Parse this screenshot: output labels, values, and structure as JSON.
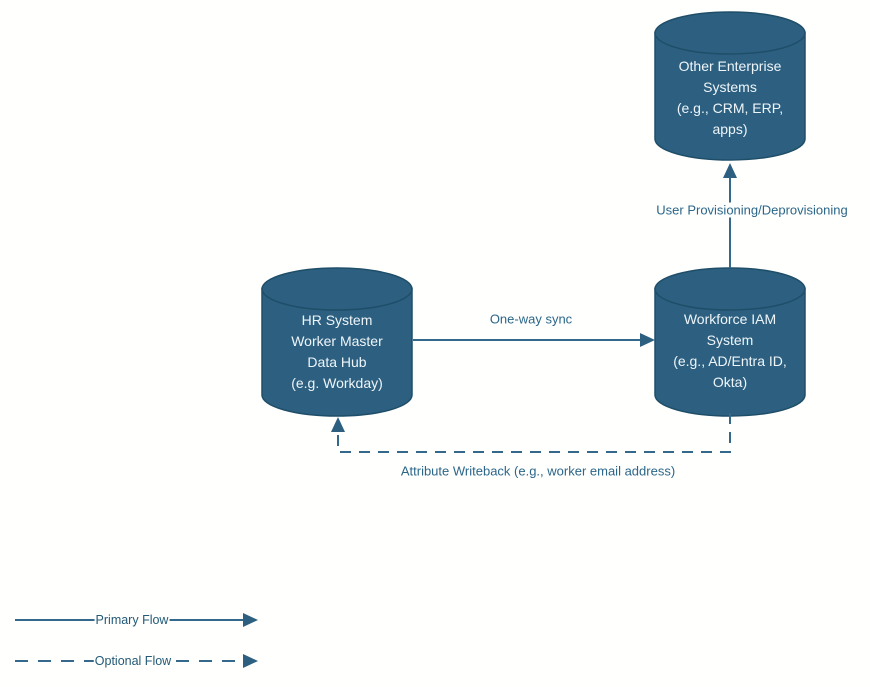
{
  "diagram": {
    "nodes": [
      {
        "id": "other-enterprise-systems",
        "shape": "cylinder",
        "label": "Other Enterprise\nSystems\n(e.g., CRM, ERP,\napps)"
      },
      {
        "id": "hr-system",
        "shape": "cylinder",
        "label": "HR System\nWorker Master\nData Hub\n(e.g. Workday)"
      },
      {
        "id": "workforce-iam-system",
        "shape": "cylinder",
        "label": "Workforce IAM\nSystem\n(e.g., AD/Entra ID,\nOkta)"
      }
    ],
    "edges": [
      {
        "id": "one-way-sync",
        "from": "hr-system",
        "to": "workforce-iam-system",
        "type": "primary",
        "label": "One-way sync"
      },
      {
        "id": "user-provisioning",
        "from": "workforce-iam-system",
        "to": "other-enterprise-systems",
        "type": "primary",
        "label": "User Provisioning/Deprovisioning"
      },
      {
        "id": "attribute-writeback",
        "from": "workforce-iam-system",
        "to": "hr-system",
        "type": "optional",
        "label": "Attribute Writeback (e.g., worker email address)"
      }
    ],
    "legend": [
      {
        "style": "solid",
        "label": "Primary Flow"
      },
      {
        "style": "dashed",
        "label": "Optional Flow"
      }
    ],
    "colors": {
      "node_fill": "#2d6080",
      "node_stroke": "#1f4e69",
      "line": "#35698c",
      "node_text": "#eef5f9",
      "label_text": "#2b6689",
      "background": "#fffffe"
    }
  }
}
